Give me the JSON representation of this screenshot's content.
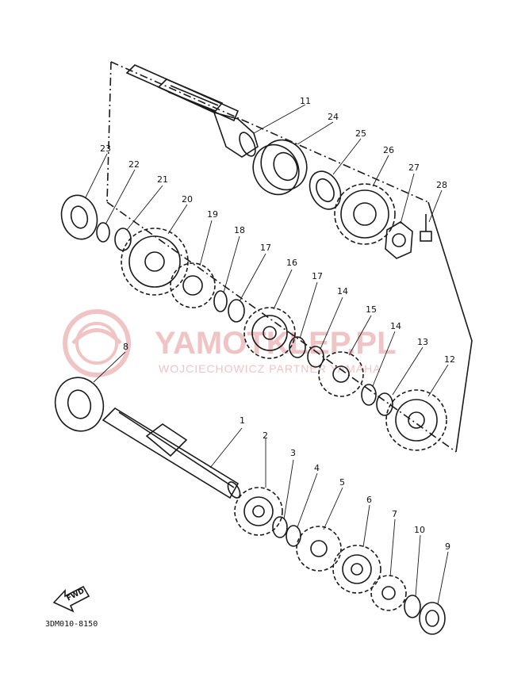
{
  "watermark": {
    "brand": "YAMOTKLEP.PL",
    "subtitle": "WOJCIECHOWICZ PARTNER YAMAHA"
  },
  "diagram_code": "3DM010-8150",
  "direction_marker": "FWD",
  "callouts": [
    {
      "number": "1"
    },
    {
      "number": "2"
    },
    {
      "number": "3"
    },
    {
      "number": "4"
    },
    {
      "number": "5"
    },
    {
      "number": "6"
    },
    {
      "number": "7"
    },
    {
      "number": "8"
    },
    {
      "number": "9"
    },
    {
      "number": "10"
    },
    {
      "number": "11"
    },
    {
      "number": "12"
    },
    {
      "number": "13"
    },
    {
      "number": "14"
    },
    {
      "number": "14"
    },
    {
      "number": "15"
    },
    {
      "number": "16"
    },
    {
      "number": "17"
    },
    {
      "number": "17"
    },
    {
      "number": "18"
    },
    {
      "number": "19"
    },
    {
      "number": "20"
    },
    {
      "number": "21"
    },
    {
      "number": "22"
    },
    {
      "number": "23"
    },
    {
      "number": "24"
    },
    {
      "number": "25"
    },
    {
      "number": "26"
    },
    {
      "number": "27"
    },
    {
      "number": "28"
    }
  ],
  "colors": {
    "ink": "#1a1a1a",
    "watermark": "#f0c4c4",
    "background": "#ffffff"
  }
}
